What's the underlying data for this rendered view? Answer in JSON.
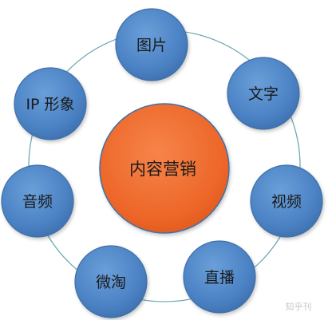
{
  "diagram": {
    "center": {
      "label": "内容营销"
    },
    "nodes": [
      {
        "id": "tupian",
        "label": "图片"
      },
      {
        "id": "wenzi",
        "label": "文字"
      },
      {
        "id": "shipin",
        "label": "视频"
      },
      {
        "id": "zhibo",
        "label": "直播"
      },
      {
        "id": "weitao",
        "label": "微淘"
      },
      {
        "id": "yinpin",
        "label": "音频"
      },
      {
        "id": "ip",
        "label": "IP 形象"
      }
    ]
  },
  "colors": {
    "node_fill": "#4f86c6",
    "node_stroke": "#3f6fa6",
    "center_fill": "#ef6a2f",
    "center_stroke": "#3f6fa6",
    "ring": "#6fa9b5"
  },
  "watermark": {
    "text": "知乎刊"
  }
}
